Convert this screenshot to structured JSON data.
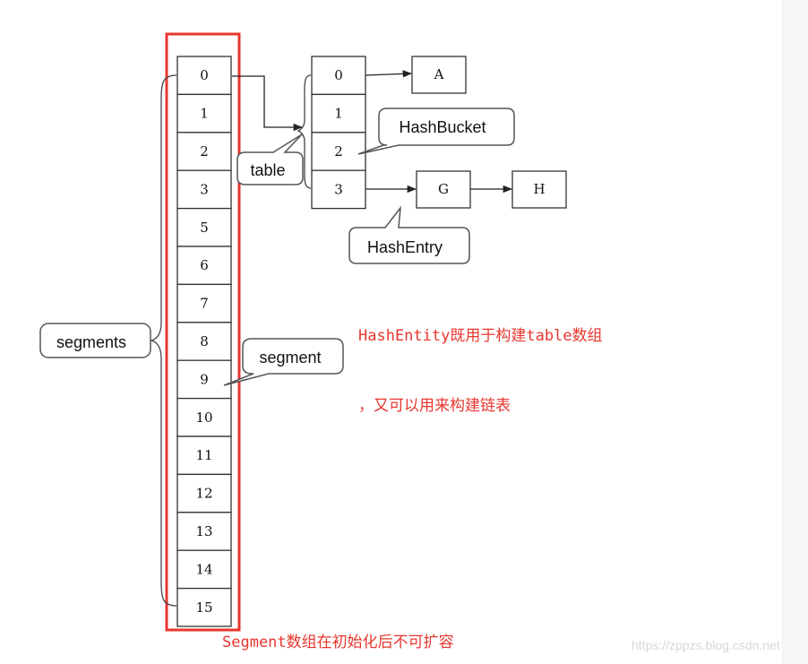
{
  "segments_array": {
    "indices": [
      "0",
      "1",
      "2",
      "3",
      "5",
      "6",
      "7",
      "8",
      "9",
      "10",
      "11",
      "12",
      "13",
      "14",
      "15"
    ]
  },
  "table_array": {
    "indices": [
      "0",
      "1",
      "2",
      "3"
    ]
  },
  "entries": {
    "a": "A",
    "g": "G",
    "h": "H"
  },
  "callouts": {
    "segments": "segments",
    "segment": "segment",
    "table": "table",
    "hash_bucket": "HashBucket",
    "hash_entry": "HashEntry"
  },
  "notes": {
    "hashentity_line1": "HashEntity既用于构建table数组",
    "hashentity_line2": "，又可以用来构建链表",
    "segment_note": "Segment数组在初始化后不可扩容"
  },
  "watermark": "https://zppzs.blog.csdn.net",
  "colors": {
    "highlight_border": "#e8372f",
    "note_text": "#e8372f",
    "line": "#222222"
  }
}
